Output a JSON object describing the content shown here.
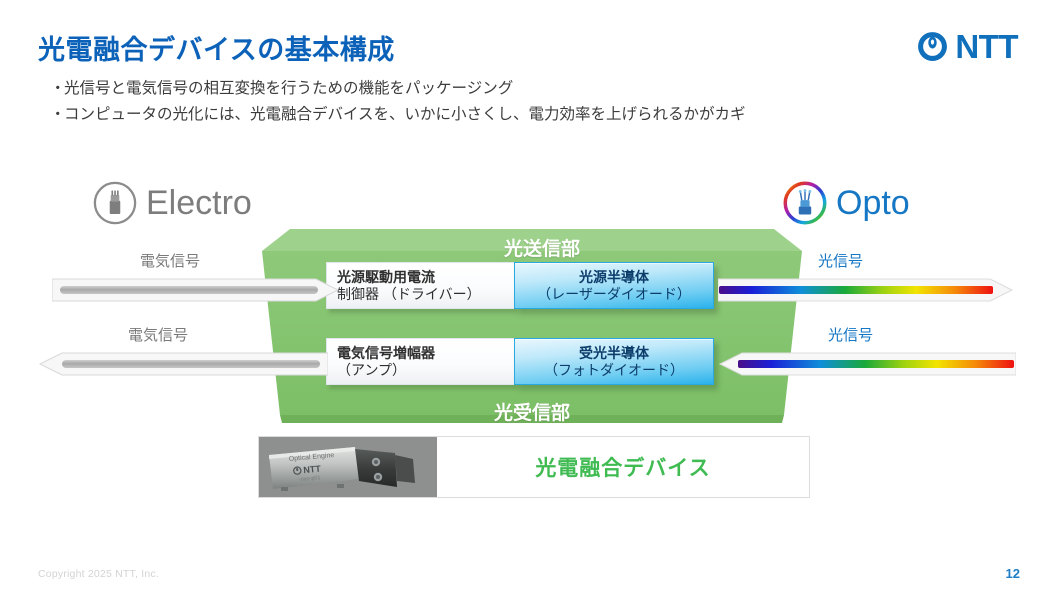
{
  "header": {
    "title": "光電融合デバイスの基本構成",
    "logo_word": "NTT",
    "title_color": "#0c62b8",
    "logo_color": "#1070bc"
  },
  "bullets": [
    "光信号と電気信号の相互変換を行うための機能をパッケージング",
    "コンピュータの光化には、光電融合デバイスを、いかに小さくし、電力効率を上げられるかがカギ"
  ],
  "bullet_marker": "・",
  "side_captions": {
    "electro": {
      "label": "Electro",
      "color": "#7d7d7d"
    },
    "opto": {
      "label": "Opto",
      "color": "#1677c4"
    }
  },
  "diagram": {
    "slab_color": "#84c46e",
    "slab_top_title": "光送信部",
    "slab_bottom_title": "光受信部",
    "rows": [
      {
        "electric_line1": "光源駆動用電流",
        "electric_line2": "制御器 （ドライバー）",
        "optical_line1": "光源半導体",
        "optical_line2": "（レーザーダイオード）"
      },
      {
        "electric_line1": "電気信号増幅器",
        "electric_line2": "（アンプ）",
        "optical_line1": "受光半導体",
        "optical_line2": "（フォトダイオード）"
      }
    ],
    "device_strip": {
      "photo_caption_line1": "Optical Engine",
      "photo_caption_line2": "NTT",
      "label": "光電融合デバイス",
      "label_color": "#3fbb52"
    },
    "arrows": [
      {
        "label": "電気信号",
        "kind": "electric",
        "direction": "right",
        "side": "left"
      },
      {
        "label": "電気信号",
        "kind": "electric",
        "direction": "left",
        "side": "left"
      },
      {
        "label": "光信号",
        "kind": "optical",
        "direction": "right",
        "side": "right"
      },
      {
        "label": "光信号",
        "kind": "optical",
        "direction": "left",
        "side": "right"
      }
    ]
  },
  "footer": {
    "copyright": "Copyright 2025 NTT, Inc.",
    "page_number": "12"
  }
}
